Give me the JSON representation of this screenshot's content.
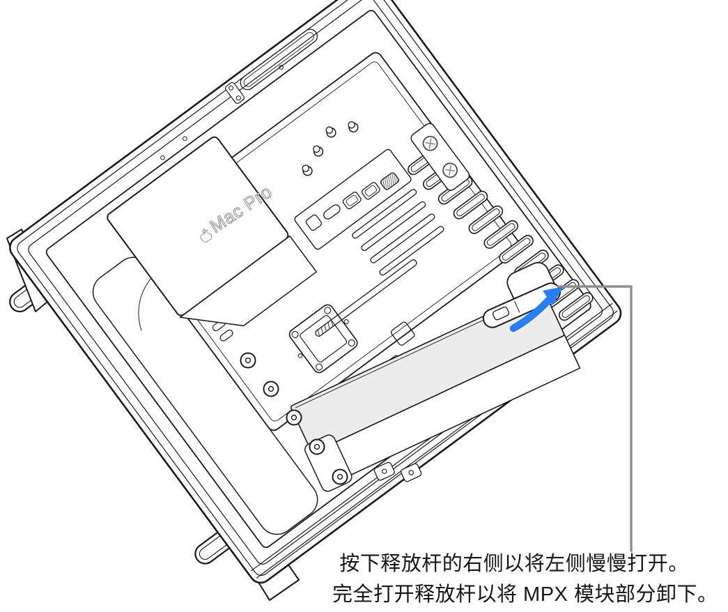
{
  "illustration": {
    "device_label": {
      "text": "Mac Pro"
    },
    "colors": {
      "arrow_blue": "#2A7DF4",
      "callout_gray": "#8E8E8E",
      "ink": "#1A1A1A",
      "bay_fill": "#ECECEC",
      "label_outline": "#8A8A8A"
    },
    "description": "Mac Pro enclosure interior tilted view with release lever highlighted"
  },
  "caption": {
    "line1": "按下释放杆的右侧以将左侧慢慢打开。",
    "line2": "完全打开释放杆以将 MPX 模块部分卸下。"
  }
}
